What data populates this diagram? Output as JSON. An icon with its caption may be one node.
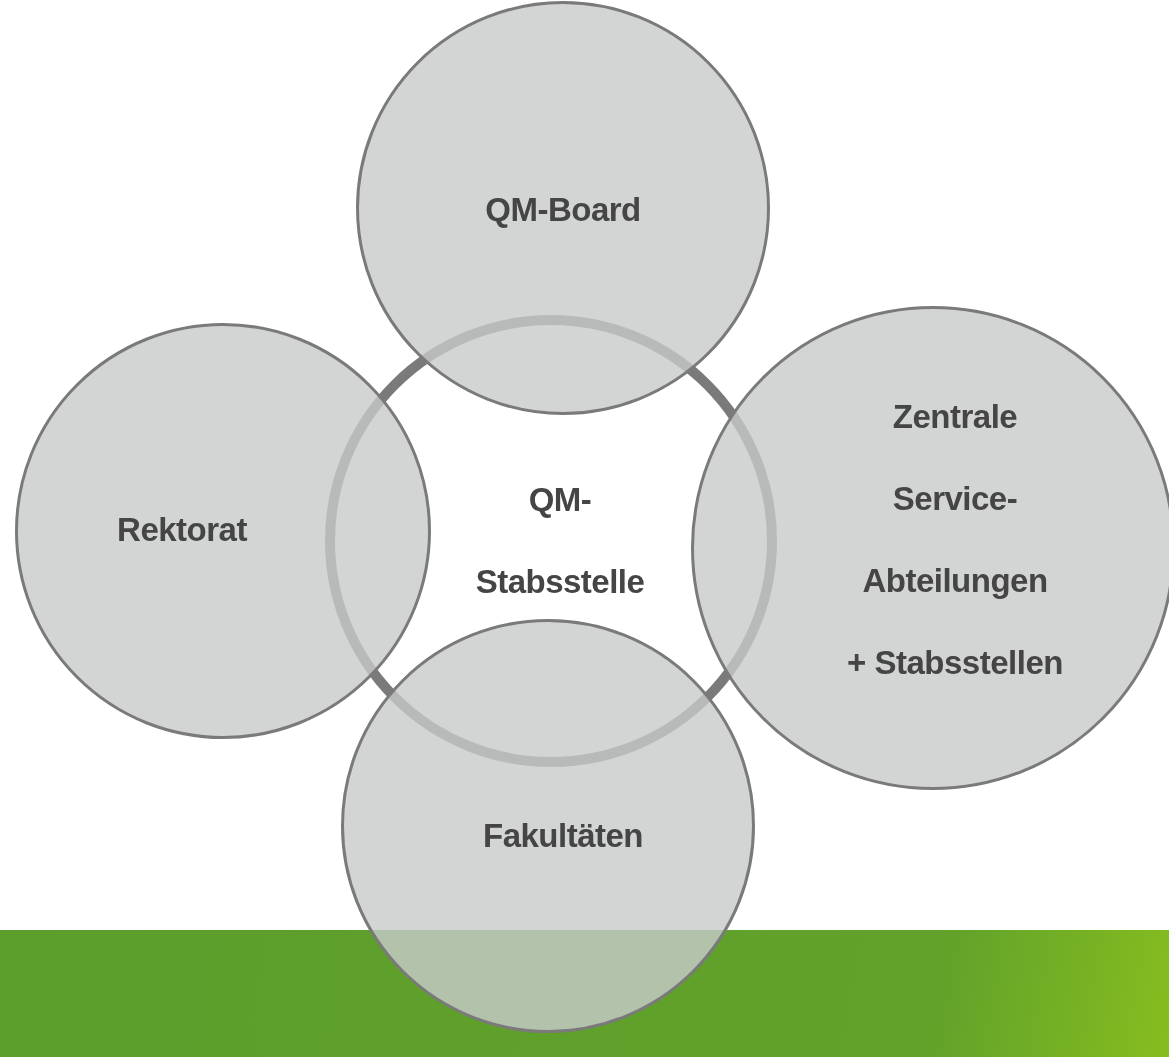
{
  "diagram": {
    "nodes": [
      {
        "text": [
          "QM-Board"
        ]
      },
      {
        "text": [
          "Rektorat"
        ]
      },
      {
        "text": [
          "QM- Stabsstelle"
        ]
      },
      {
        "text": [
          "Zentrale Service- Abteilungen + Stabsstellen"
        ]
      },
      {
        "text": [
          "Fakultäten"
        ]
      }
    ]
  }
}
